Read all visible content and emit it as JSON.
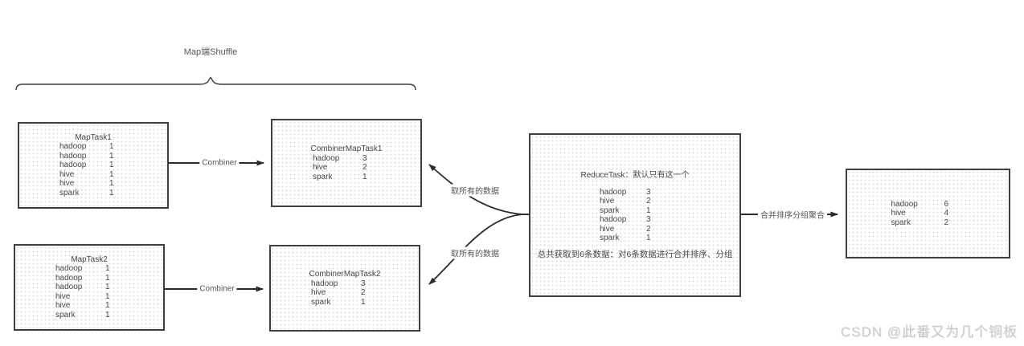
{
  "title": {
    "text": "Map端Shuffle"
  },
  "connectors": {
    "combiner1": {
      "label": "Combiner"
    },
    "combiner2": {
      "label": "Combiner"
    },
    "fetch1": {
      "label": "取所有的数据"
    },
    "fetch2": {
      "label": "取所有的数据"
    },
    "merge": {
      "label": "合并排序分组聚合"
    }
  },
  "boxes": {
    "maptask1": {
      "title": "MapTask1",
      "rows": [
        {
          "k": "hadoop",
          "v": "1"
        },
        {
          "k": "hadoop",
          "v": "1"
        },
        {
          "k": "hadoop",
          "v": "1"
        },
        {
          "k": "hive",
          "v": "1"
        },
        {
          "k": "hive",
          "v": "1"
        },
        {
          "k": "spark",
          "v": "1"
        }
      ]
    },
    "combiner_maptask1": {
      "title": "CombinerMapTask1",
      "rows": [
        {
          "k": "hadoop",
          "v": "3"
        },
        {
          "k": "hive",
          "v": "2"
        },
        {
          "k": "spark",
          "v": "1"
        }
      ]
    },
    "maptask2": {
      "title": "MapTask2",
      "rows": [
        {
          "k": "hadoop",
          "v": "1"
        },
        {
          "k": "hadoop",
          "v": "1"
        },
        {
          "k": "hadoop",
          "v": "1"
        },
        {
          "k": "hive",
          "v": "1"
        },
        {
          "k": "hive",
          "v": "1"
        },
        {
          "k": "spark",
          "v": "1"
        }
      ]
    },
    "combiner_maptask2": {
      "title": "CombinerMapTask2",
      "rows": [
        {
          "k": "hadoop",
          "v": "3"
        },
        {
          "k": "hive",
          "v": "2"
        },
        {
          "k": "spark",
          "v": "1"
        }
      ]
    },
    "reducetask": {
      "title": "ReduceTask：默认只有这一个",
      "rows": [
        {
          "k": "hadoop",
          "v": "3"
        },
        {
          "k": "hive",
          "v": "2"
        },
        {
          "k": "spark",
          "v": "1"
        },
        {
          "k": "hadoop",
          "v": "3"
        },
        {
          "k": "hive",
          "v": "2"
        },
        {
          "k": "spark",
          "v": "1"
        }
      ],
      "footer": "总共获取到6条数据：对6条数据进行合并排序、分组"
    },
    "result": {
      "rows": [
        {
          "k": "hadoop",
          "v": "6"
        },
        {
          "k": "hive",
          "v": "4"
        },
        {
          "k": "spark",
          "v": "2"
        }
      ]
    }
  },
  "watermark": {
    "text": "CSDN @此番又为几个铜板"
  },
  "colors": {
    "background": "#ffffff",
    "box_border": "#3f3f3f",
    "box_dot_fill": "#dcdcdc",
    "line": "#333333",
    "text": "#474747",
    "label_text": "#555555",
    "watermark": "#c9c9c9"
  }
}
